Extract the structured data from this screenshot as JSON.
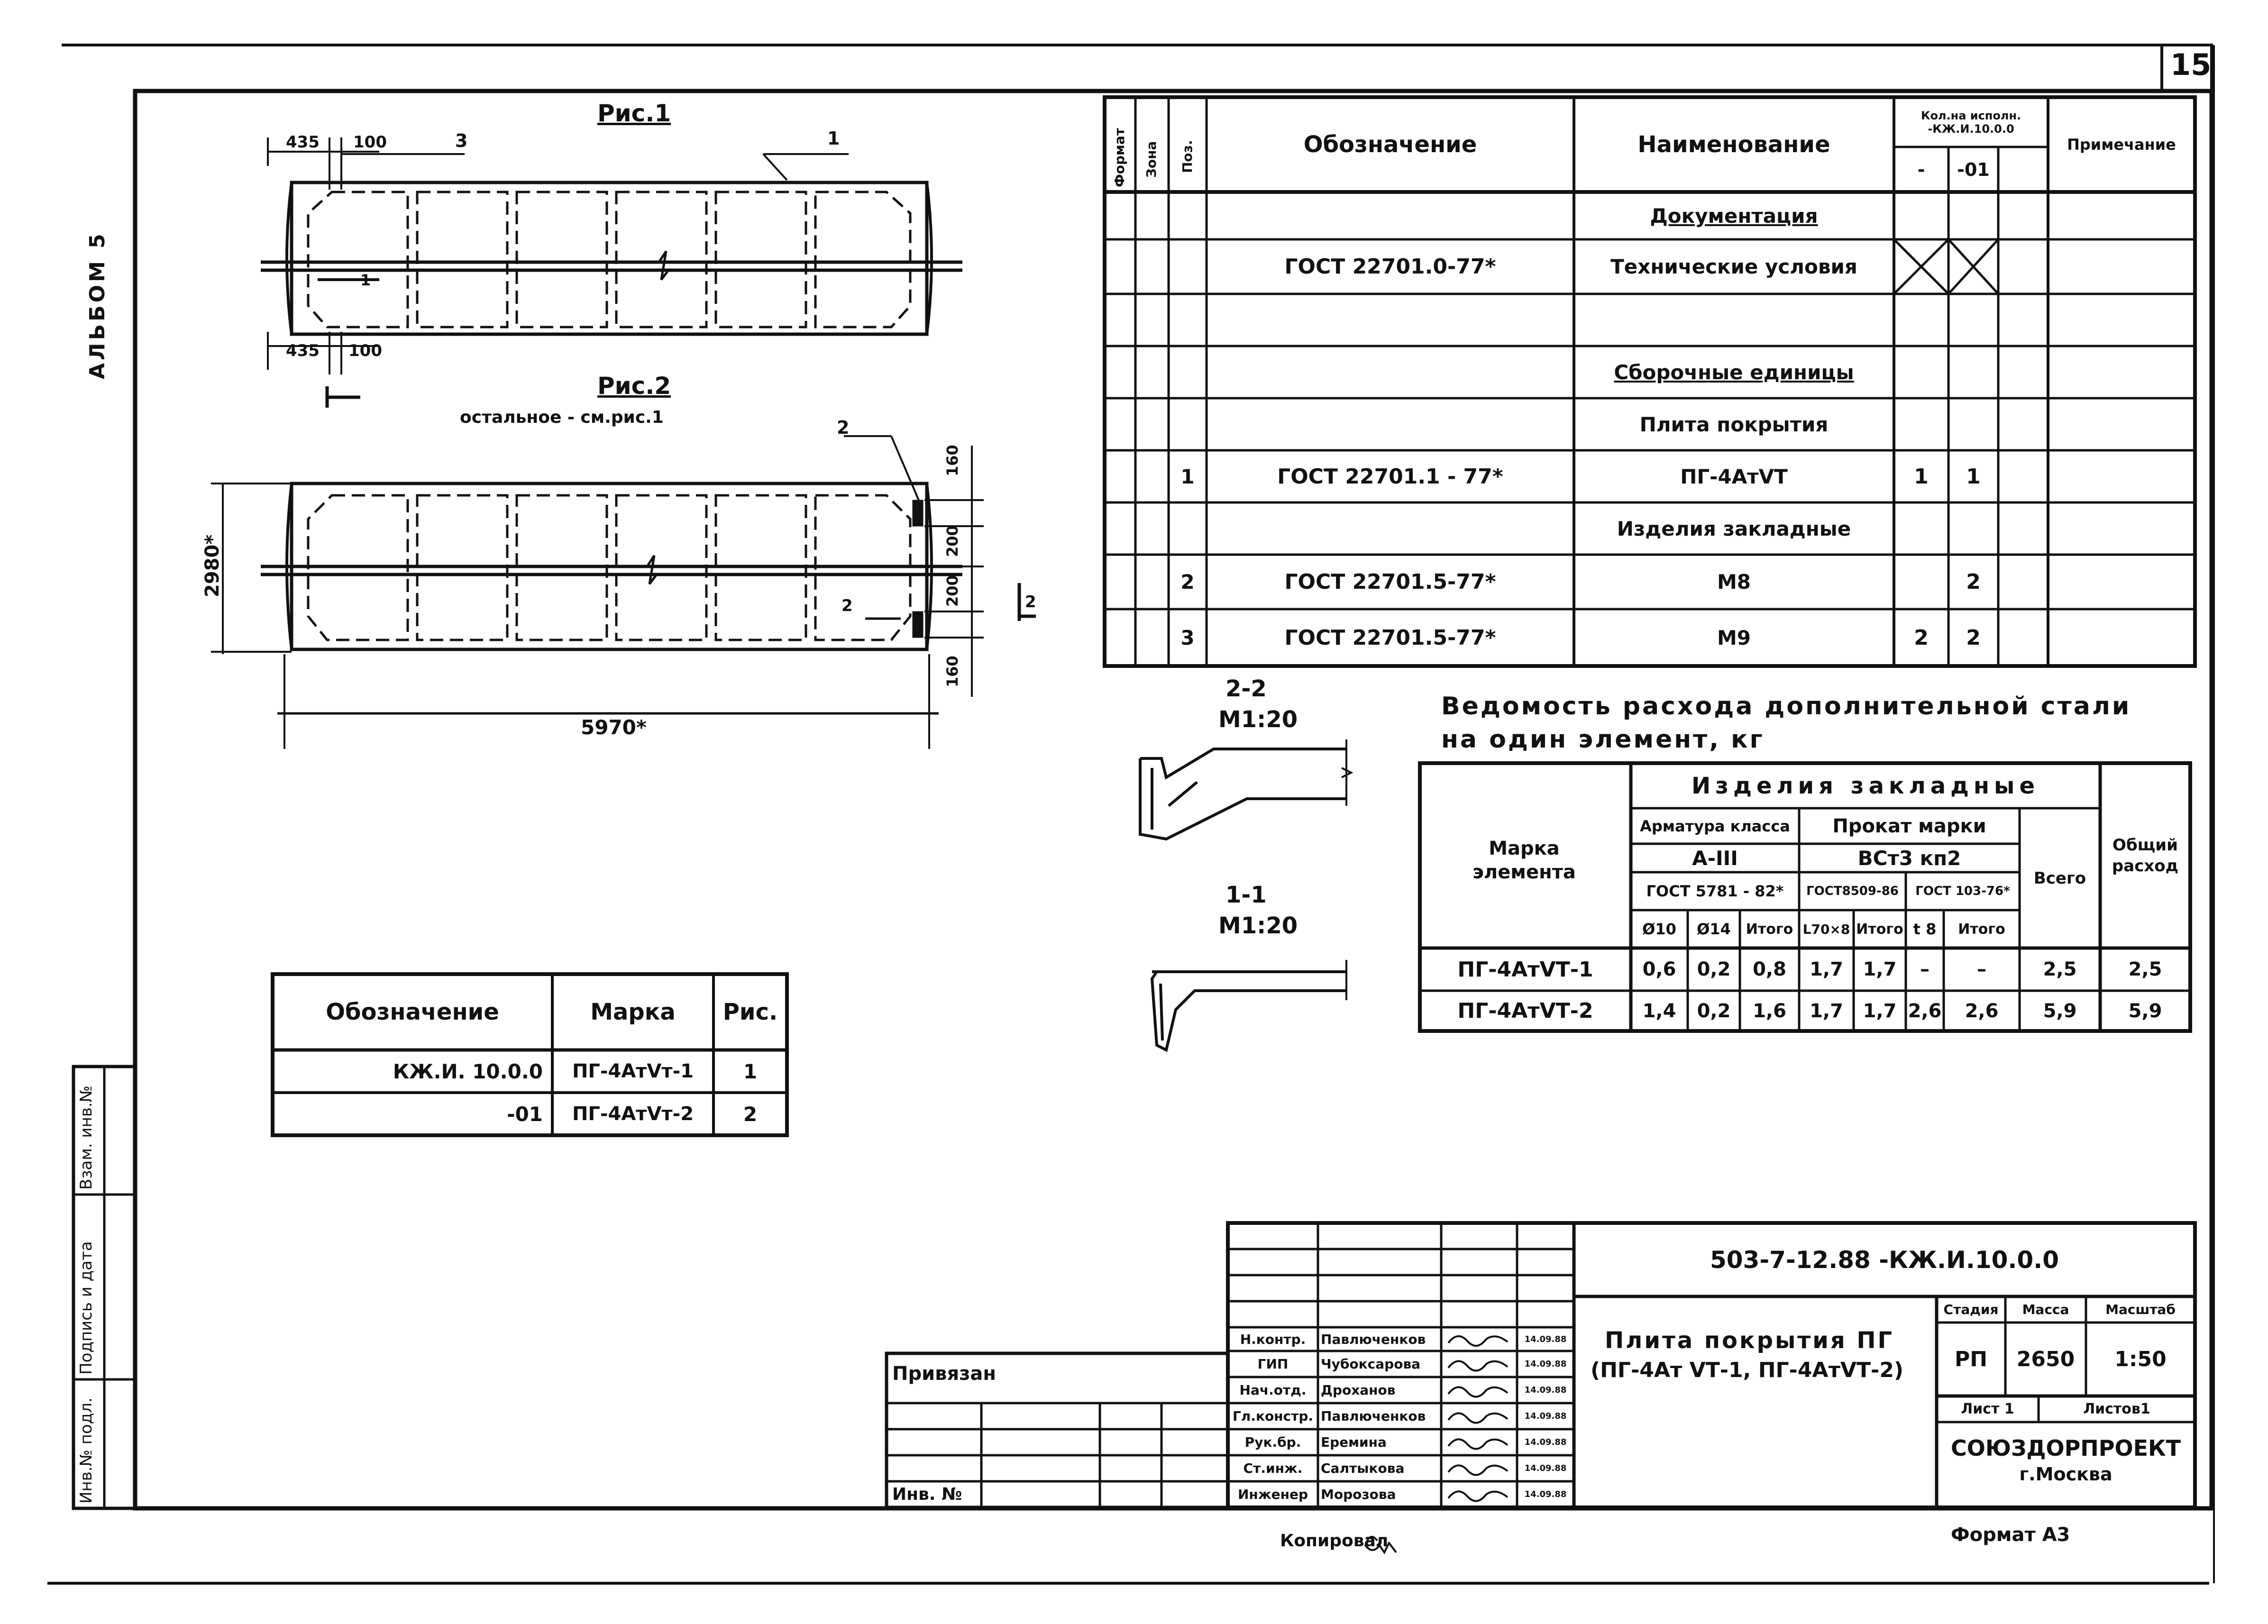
{
  "page_number": "15",
  "album_label": "АЛЬБОМ 5",
  "side_stamp": {
    "inv_podl": "Инв.№ подл.",
    "podpis_data": "Подпись и дата",
    "vzam_inv": "Взам. инв.№"
  },
  "fig1": {
    "title": "Рис.1",
    "dims": {
      "d435_top": "435",
      "d100_top": "100",
      "d435_bot": "435",
      "d100_bot": "100"
    },
    "callouts": {
      "c1": "1",
      "c3": "3"
    },
    "section_mark": "1"
  },
  "fig2": {
    "title": "Рис.2",
    "subtitle": "остальное - см.рис.1",
    "dims": {
      "width": "2980*",
      "length": "5970*",
      "d160_top": "160",
      "d200_a": "200",
      "d200_b": "200",
      "d160_bot": "160"
    },
    "callouts": {
      "c2": "2"
    },
    "section_mark": "2"
  },
  "spec_table": {
    "headers": {
      "format": "Формат",
      "zone": "Зона",
      "pos": "Поз.",
      "designation": "Обозначение",
      "name": "Наименование",
      "qty": "Кол.на исполн. -КЖ.И.10.0.0",
      "qty_col1": "-",
      "qty_col2": "-01",
      "note": "Примечание"
    },
    "rows": [
      {
        "pos": "",
        "designation": "",
        "name": "Документация",
        "q1": "",
        "q2": "",
        "section": true
      },
      {
        "pos": "",
        "designation": "ГОСТ 22701.0-77*",
        "name": "Технические условия",
        "q1": "",
        "q2": "",
        "crossed": true
      },
      {
        "pos": "",
        "designation": "",
        "name": "",
        "q1": "",
        "q2": ""
      },
      {
        "pos": "",
        "designation": "",
        "name": "Сборочные единицы",
        "q1": "",
        "q2": "",
        "section": true
      },
      {
        "pos": "",
        "designation": "",
        "name": "Плита покрытия",
        "q1": "",
        "q2": ""
      },
      {
        "pos": "1",
        "designation": "ГОСТ 22701.1 - 77*",
        "name": "ПГ-4АтVТ",
        "q1": "1",
        "q2": "1"
      },
      {
        "pos": "",
        "designation": "",
        "name": "Изделия закладные",
        "q1": "",
        "q2": ""
      },
      {
        "pos": "2",
        "designation": "ГОСТ 22701.5-77*",
        "name": "М8",
        "q1": "",
        "q2": "2"
      },
      {
        "pos": "3",
        "designation": "ГОСТ 22701.5-77*",
        "name": "М9",
        "q1": "2",
        "q2": "2"
      }
    ]
  },
  "sections": {
    "s22_label": "2-2",
    "s22_scale": "М1:20",
    "s11_label": "1-1",
    "s11_scale": "М1:20"
  },
  "steel_table": {
    "title_line1": "Ведомость расхода дополнительной стали",
    "title_line2": "на один элемент, кг",
    "headers": {
      "mark": "Марка элемента",
      "embedded": "Изделия закладные",
      "rebar_class": "Арматура класса",
      "rebar_grade": "А-III",
      "rebar_gost": "ГОСТ 5781 - 82*",
      "rolled_grade_title": "Прокат марки",
      "rolled_grade": "ВСт3 кп2",
      "gost_8509": "ГОСТ8509-86",
      "gost_103": "ГОСТ 103-76*",
      "total": "Всего",
      "grand_total": "Общий расход",
      "col_d10": "Ø10",
      "col_d14": "Ø14",
      "col_itogo1": "Итого",
      "col_l70": "L70×8",
      "col_itogo2": "Итого",
      "col_t8": "t 8",
      "col_itogo3": "Итого"
    },
    "rows": [
      {
        "mark": "ПГ-4АтVТ-1",
        "d10": "0,6",
        "d14": "0,2",
        "it1": "0,8",
        "l70": "1,7",
        "it2": "1,7",
        "t8": "–",
        "it3": "–",
        "total": "2,5",
        "grand": "2,5"
      },
      {
        "mark": "ПГ-4АтVТ-2",
        "d10": "1,4",
        "d14": "0,2",
        "it1": "1,6",
        "l70": "1,7",
        "it2": "1,7",
        "t8": "2,6",
        "it3": "2,6",
        "total": "5,9",
        "grand": "5,9"
      }
    ]
  },
  "mark_table": {
    "headers": {
      "designation": "Обозначение",
      "mark": "Марка",
      "fig": "Рис."
    },
    "rows": [
      {
        "designation": "КЖ.И. 10.0.0",
        "mark": "ПГ-4АтVт-1",
        "fig": "1"
      },
      {
        "designation": "-01",
        "mark": "ПГ-4АтVт-2",
        "fig": "2"
      }
    ]
  },
  "title_block": {
    "code": "503-7-12.88 -КЖ.И.10.0.0",
    "title_line1": "Плита покрытия ПГ",
    "title_line2": "(ПГ-4Ат VТ-1, ПГ-4АтVТ-2)",
    "stage_label": "Стадия",
    "mass_label": "Масса",
    "scale_label": "Масштаб",
    "stage": "РП",
    "mass": "2650",
    "scale": "1:50",
    "sheet": "Лист 1",
    "sheets": "Листов1",
    "org_line1": "СОЮЗДОРПРОЕКТ",
    "org_line2": "г.Москва",
    "privyazan": "Привязан",
    "inv_no": "Инв. №",
    "roles": [
      {
        "role": "Н.контр.",
        "name": "Павлюченков",
        "date": "14.09.88"
      },
      {
        "role": "ГИП",
        "name": "Чубоксарова",
        "date": "14.09.88"
      },
      {
        "role": "Нач.отд.",
        "name": "Дроханов",
        "date": "14.09.88"
      },
      {
        "role": "Гл.констр.",
        "name": "Павлюченков",
        "date": "14.09.88"
      },
      {
        "role": "Рук.бр.",
        "name": "Еремина",
        "date": "14.09.88"
      },
      {
        "role": "Ст.инж.",
        "name": "Салтыкова",
        "date": "14.09.88"
      },
      {
        "role": "Инженер",
        "name": "Морозова",
        "date": "14.09.88"
      }
    ]
  },
  "footer": {
    "copied_by": "Копировал",
    "format": "Формат А3"
  }
}
